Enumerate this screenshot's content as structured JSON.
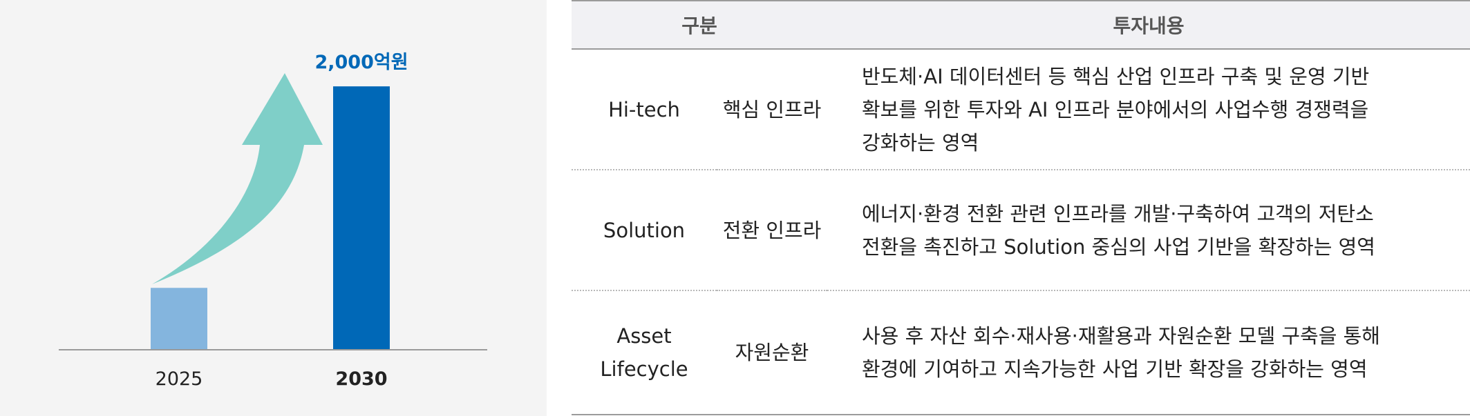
{
  "colors": {
    "bar_2025": "#84b5de",
    "bar_2030": "#0068b7",
    "arrow": "#7fcfc8",
    "annotation": "#0068b7",
    "axis": "#9a9a9a"
  },
  "chart_data": {
    "type": "bar",
    "categories": [
      "2025",
      "2030"
    ],
    "values": [
      470,
      2000
    ],
    "annotation": "2,000억원",
    "ylim": [
      0,
      2200
    ],
    "grid": false,
    "legend": "none",
    "trend_arrow": true
  },
  "table": {
    "headers": [
      "구분",
      "투자내용"
    ],
    "rows": [
      {
        "category_lines": [
          "Hi-tech"
        ],
        "sub": "핵심 인프라",
        "desc_lines": [
          "반도체·AI 데이터센터 등 핵심 산업 인프라 구축 및 운영 기반",
          "확보를 위한 투자와 AI 인프라 분야에서의 사업수행 경쟁력을",
          "강화하는 영역"
        ]
      },
      {
        "category_lines": [
          "Solution"
        ],
        "sub": "전환 인프라",
        "desc_lines": [
          "에너지·환경 전환 관련 인프라를 개발·구축하여 고객의 저탄소",
          "전환을 촉진하고 Solution 중심의 사업 기반을 확장하는 영역"
        ]
      },
      {
        "category_lines": [
          "Asset",
          "Lifecycle"
        ],
        "sub": "자원순환",
        "desc_lines": [
          "사용 후 자산 회수·재사용·재활용과 자원순환 모델 구축을 통해",
          "환경에 기여하고 지속가능한 사업 기반 확장을 강화하는 영역"
        ]
      }
    ]
  }
}
